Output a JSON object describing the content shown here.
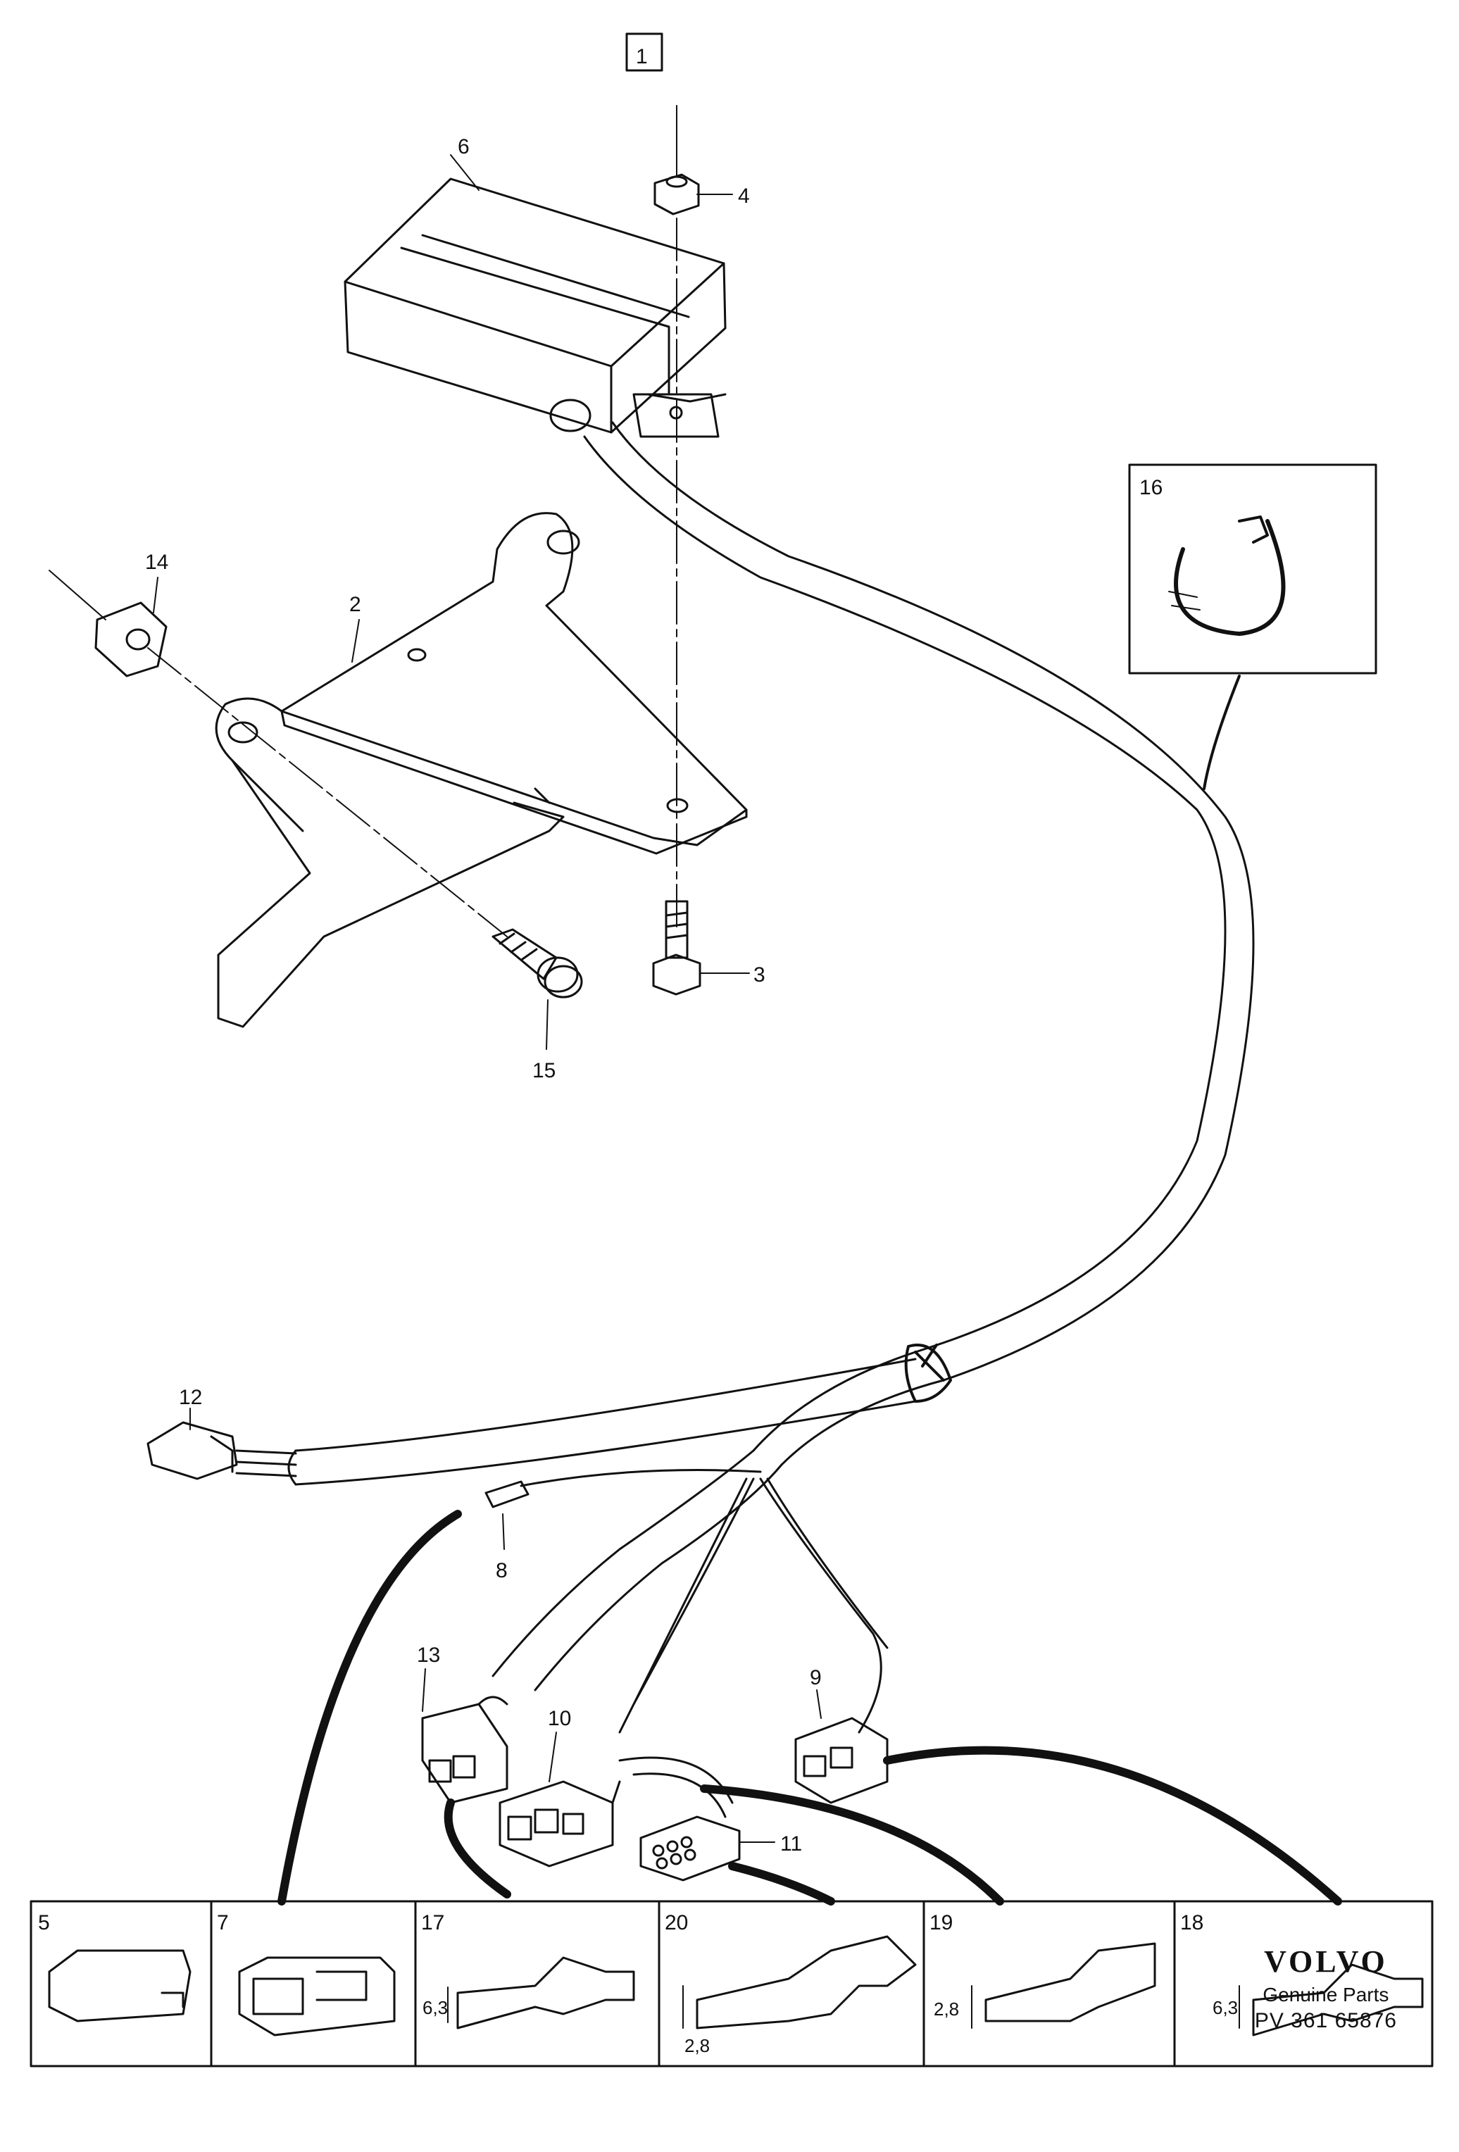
{
  "group_label": "1",
  "callouts": {
    "p2": "2",
    "p3": "3",
    "p4": "4",
    "p6": "6",
    "p8": "8",
    "p9": "9",
    "p10": "10",
    "p11": "11",
    "p12": "12",
    "p13": "13",
    "p14": "14",
    "p15": "15",
    "p16": "16"
  },
  "detail_panels": [
    {
      "label": "5"
    },
    {
      "label": "7"
    },
    {
      "label": "17",
      "dimension": "6,3"
    },
    {
      "label": "20",
      "dimension": "2,8"
    },
    {
      "label": "19",
      "dimension": "2,8"
    },
    {
      "label": "18",
      "dimension": "6,3"
    }
  ],
  "footer": {
    "brand": "VOLVO",
    "subtitle": "Genuine Parts",
    "drawing_code": "PV 361 65876"
  }
}
